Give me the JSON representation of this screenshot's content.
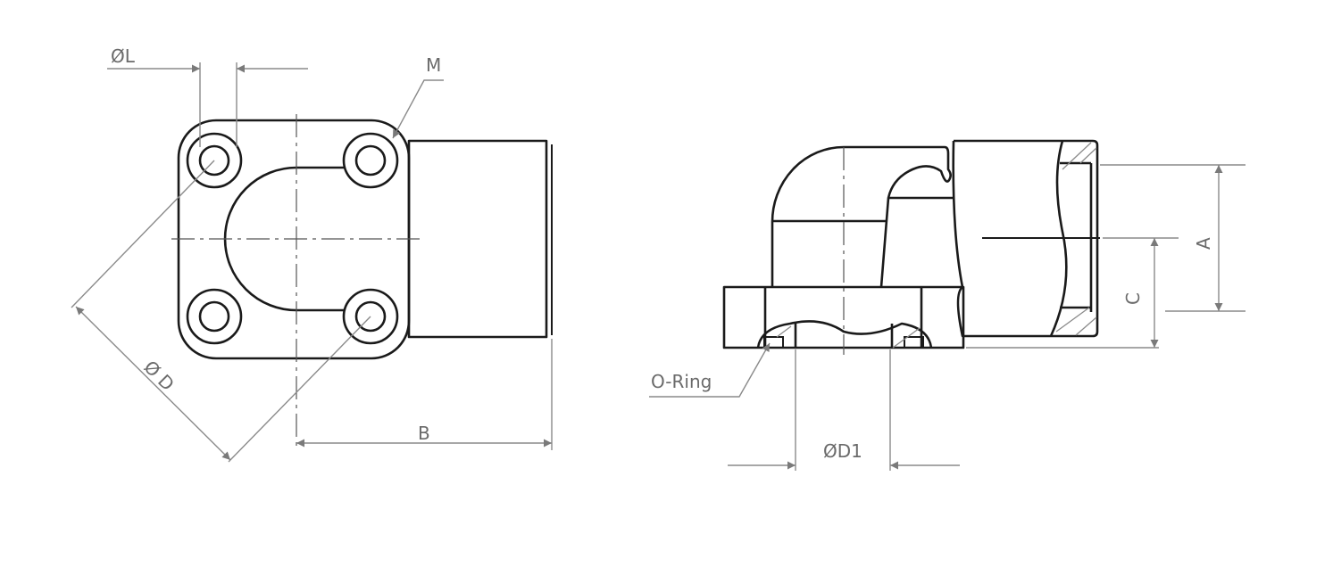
{
  "drawing": {
    "labels": {
      "bore_diameter": "ØL",
      "thread": "M",
      "bolt_circle": "Ø D",
      "length": "B",
      "o_ring": "O-Ring",
      "port_diameter": "ØD1",
      "height_a": "A",
      "height_c": "C"
    },
    "colors": {
      "outline": "#1a1a1a",
      "dimension": "#8a8a8a"
    }
  }
}
